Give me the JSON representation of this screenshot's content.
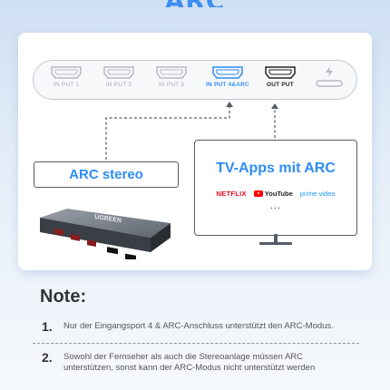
{
  "header": {
    "title": "ARC"
  },
  "ports": [
    {
      "label": "IN PUT 1",
      "state": "inactive"
    },
    {
      "label": "IN PUT 2",
      "state": "inactive"
    },
    {
      "label": "IN PUT 3",
      "state": "inactive"
    },
    {
      "label": "IN PUT 4&ARC",
      "state": "active"
    },
    {
      "label": "OUT PUT",
      "state": "output"
    },
    {
      "label": "",
      "state": "power"
    }
  ],
  "arc_box": {
    "label": "ARC stereo"
  },
  "tv": {
    "title": "TV-Apps mit ARC",
    "apps": {
      "netflix": "NETFLIX",
      "youtube": "YouTube",
      "prime": "prime video"
    },
    "more": "..."
  },
  "device": {
    "brand": "UGREEN"
  },
  "notes": {
    "title": "Note:",
    "items": [
      {
        "num": "1.",
        "text": "Nur der Eingangsport 4 & ARC-Anschluss unterstützt den ARC-Modus."
      },
      {
        "num": "2.",
        "text": "Sowohl der Fernseher als auch die Stereoanlage müssen ARC unterstützen, sonst kann der ARC-Modus nicht unterstützt werden"
      }
    ]
  },
  "colors": {
    "accent": "#2f8df3",
    "background": "#dbe7f5",
    "inactive": "#a5abb4"
  }
}
